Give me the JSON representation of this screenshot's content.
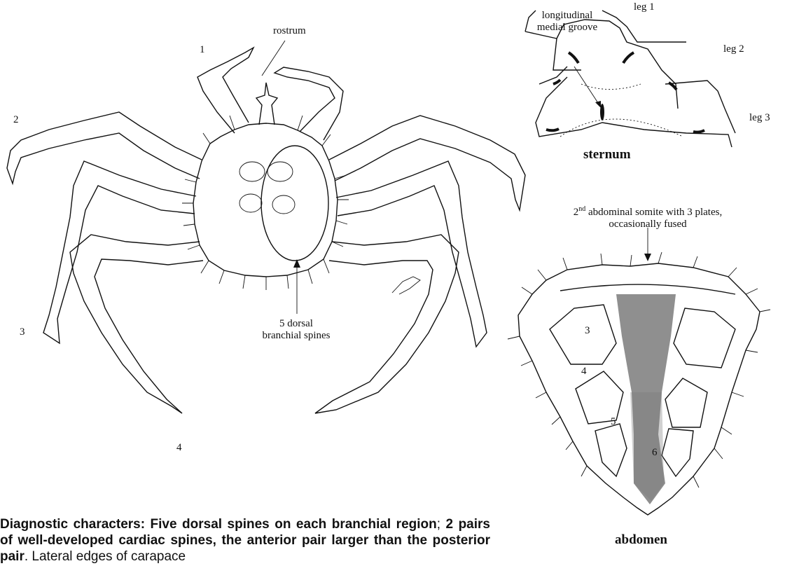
{
  "crab": {
    "rostrum": "rostrum",
    "leg_numbers": [
      "1",
      "2",
      "3",
      "4"
    ],
    "dorsal_spines_label": [
      "5 dorsal",
      "branchial spines"
    ]
  },
  "sternum": {
    "groove_label": [
      "longitudinal",
      "medial groove"
    ],
    "legs": [
      "leg 1",
      "leg 2",
      "leg 3"
    ],
    "title": "sternum"
  },
  "abdomen": {
    "somite_prefix": "2",
    "somite_sup": "nd",
    "somite_rest": " abdominal somite with 3 plates,",
    "somite_line2": "occasionally fused",
    "plate_numbers": [
      "3",
      "4",
      "5",
      "6"
    ],
    "title": "abdomen"
  },
  "diagnostic": {
    "bold1": "Diagnostic characters: Five dorsal spines on each branchial region",
    "semi": "; ",
    "bold2": "2 pairs of well-developed cardiac spines, the anterior pair larger than the posterior pair",
    "rest": ". Lateral edges of carapace"
  }
}
